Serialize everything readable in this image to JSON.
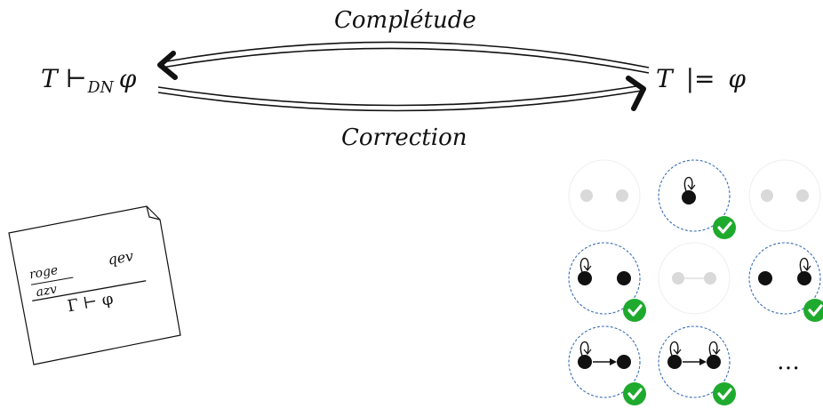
{
  "top_label": "Complétude",
  "bottom_label": "Correction",
  "left_formula": {
    "T": "T",
    "turnstile": "⊢",
    "subscript": "DN",
    "phi": "φ"
  },
  "right_formula": {
    "T": "T",
    "models": "|=",
    "phi": "φ"
  },
  "paper_note": {
    "premise_1": "roge",
    "premise_2": "qev",
    "premise_3": "azv",
    "conclusion": "Γ ⊢ φ"
  },
  "grid": {
    "ellipsis": "…",
    "cells": [
      {
        "row": 0,
        "col": 0,
        "state": "faded-dots",
        "checked": false
      },
      {
        "row": 0,
        "col": 1,
        "state": "single-loop",
        "checked": true
      },
      {
        "row": 0,
        "col": 2,
        "state": "faded-dots",
        "checked": false
      },
      {
        "row": 1,
        "col": 0,
        "state": "loop-and-dot",
        "checked": true
      },
      {
        "row": 1,
        "col": 1,
        "state": "faded-edge",
        "checked": false
      },
      {
        "row": 1,
        "col": 2,
        "state": "dot-and-loop",
        "checked": true
      },
      {
        "row": 2,
        "col": 0,
        "state": "loop-arrow-dot",
        "checked": true
      },
      {
        "row": 2,
        "col": 1,
        "state": "loop-arrow-loop",
        "checked": true
      }
    ]
  },
  "colors": {
    "ink": "#111111",
    "dashed_circle": "#3b6fb6",
    "check_badge": "#1faa2e",
    "faded": "#d9d9d9"
  }
}
